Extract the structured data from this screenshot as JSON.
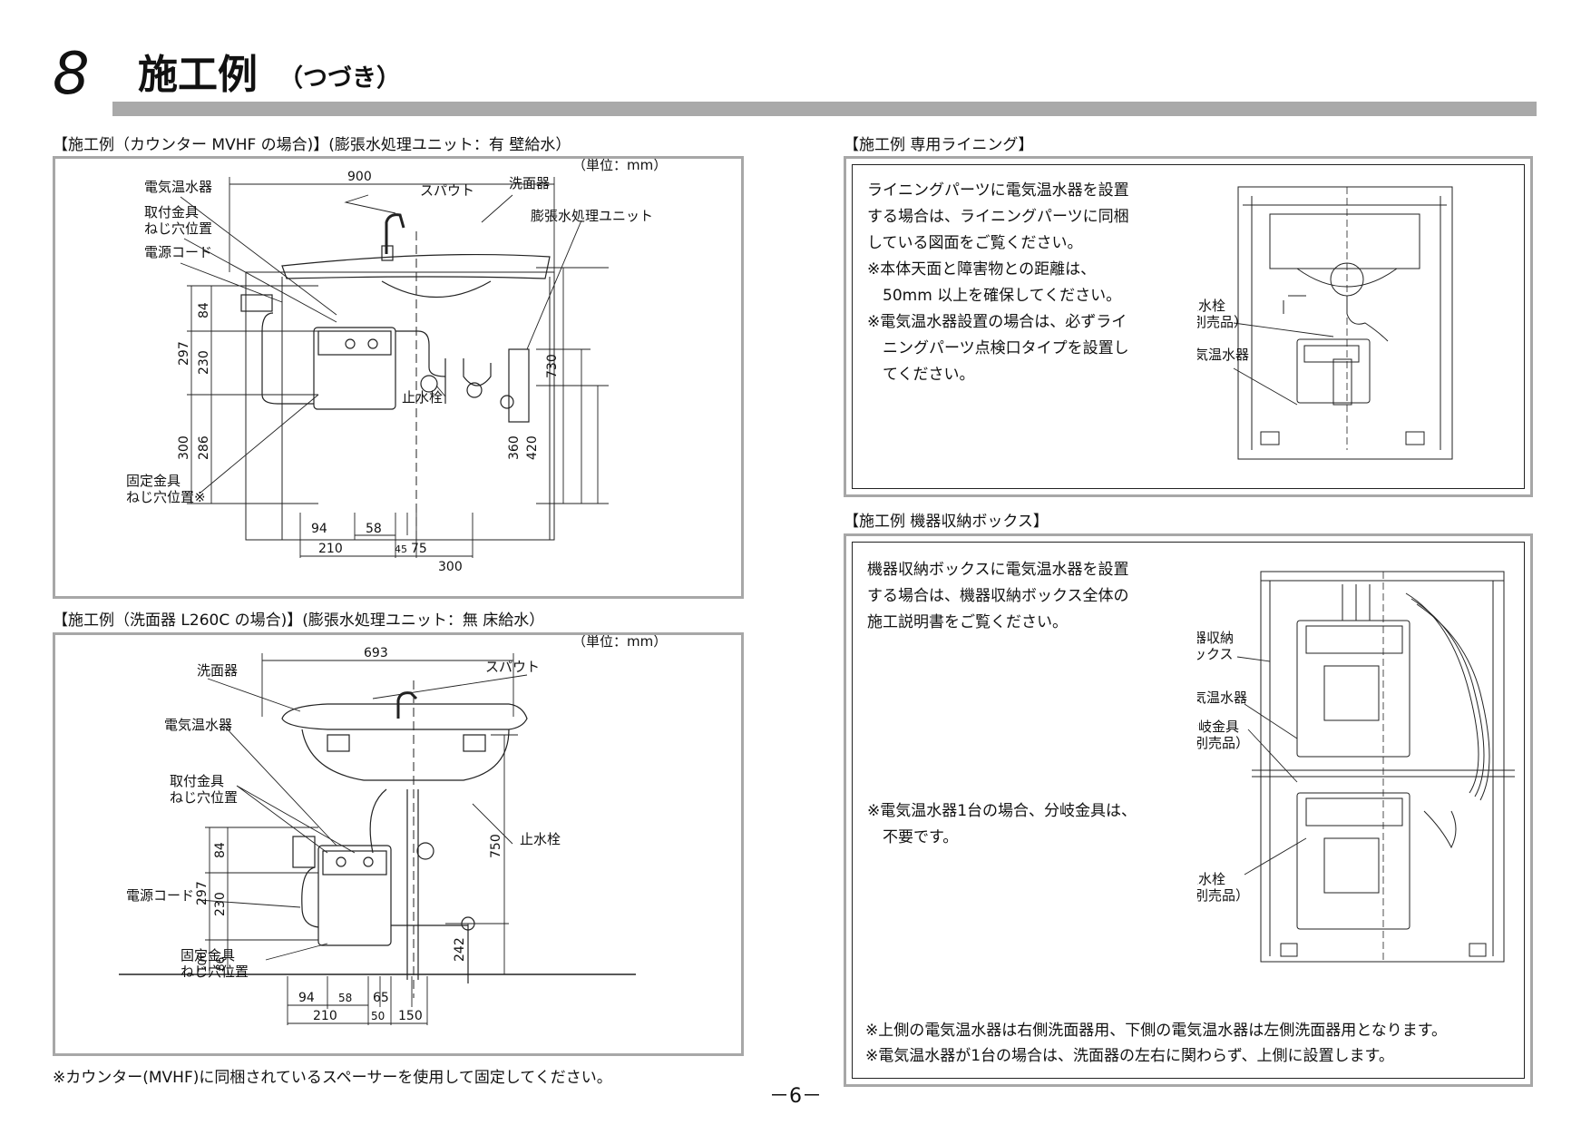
{
  "header": {
    "section_number": "8",
    "title": "施工例",
    "title_sub": "（つづき）"
  },
  "fig1": {
    "caption": "【施工例（カウンター MVHF の場合)】(膨張水処理ユニット：有 壁給水）",
    "unit": "（単位：mm）",
    "labels": {
      "heater": "電気温水器",
      "bracket_hole_1": "取付金具",
      "bracket_hole_2": "ねじ穴位置",
      "power_cord": "電源コード",
      "spout": "スパウト",
      "basin": "洗面器",
      "expansion_unit": "膨張水処理ユニット",
      "stop_valve": "止水栓",
      "fixing_hole_1": "固定金具",
      "fixing_hole_2": "ねじ穴位置※"
    },
    "dims": {
      "width": "900",
      "d297": "297",
      "d84": "84",
      "d230": "230",
      "d300": "300",
      "d286": "286",
      "d730": "730",
      "d360": "360",
      "d420": "420",
      "d94": "94",
      "d58": "58",
      "d210": "210",
      "d45": "45",
      "d75": "75",
      "d300b": "300"
    }
  },
  "fig2": {
    "caption": "【施工例（洗面器 L260C の場合)】(膨張水処理ユニット：無 床給水）",
    "unit": "（単位：mm）",
    "labels": {
      "basin": "洗面器",
      "spout": "スパウト",
      "heater": "電気温水器",
      "bracket_hole_1": "取付金具",
      "bracket_hole_2": "ねじ穴位置",
      "power_cord": "電源コード",
      "stop_valve": "止水栓",
      "fixing_hole_1": "固定金具",
      "fixing_hole_2": "ねじ穴位置"
    },
    "dims": {
      "width": "693",
      "d750": "750",
      "d297": "297",
      "d84": "84",
      "d230": "230",
      "d100": "100",
      "d86": "86",
      "d242": "242",
      "d94": "94",
      "d58": "58",
      "d65": "65",
      "d210": "210",
      "d50": "50",
      "d150": "150"
    }
  },
  "footer_note": "※カウンター(MVHF)に同梱されているスペーサーを使用して固定してください。",
  "lining": {
    "caption": "【施工例 専用ライニング】",
    "text": [
      "ライニングパーツに電気温水器を設置",
      "する場合は、ライニングパーツに同梱",
      "している図面をご覧ください。",
      "※本体天面と障害物との距離は、",
      "　50mm 以上を確保してください。",
      "※電気温水器設置の場合は、必ずライ",
      "　ニングパーツ点検口タイプを設置し",
      "　てください。"
    ],
    "labels": {
      "stop_valve": "止水栓",
      "sold_separately": "（別売品）",
      "heater": "電気温水器"
    }
  },
  "storage": {
    "caption": "【施工例 機器収納ボックス】",
    "text": [
      "機器収納ボックスに電気温水器を設置",
      "する場合は、機器収納ボックス全体の",
      "施工説明書をご覧ください。"
    ],
    "single_note": [
      "※電気温水器1台の場合、分岐金具は、",
      "　不要です。"
    ],
    "labels": {
      "box_1": "機器収納",
      "box_2": "ボックス",
      "heater": "電気温水器",
      "branch": "分岐金具",
      "branch_sold": "（別売品）",
      "stop_valve": "止水栓",
      "stop_sold": "（別売品）"
    },
    "notes": [
      "※上側の電気温水器は右側洗面器用、下側の電気温水器は左側洗面器用となります。",
      "※電気温水器が1台の場合は、洗面器の左右に関わらず、上側に設置します。"
    ]
  },
  "page_number": "－6－"
}
